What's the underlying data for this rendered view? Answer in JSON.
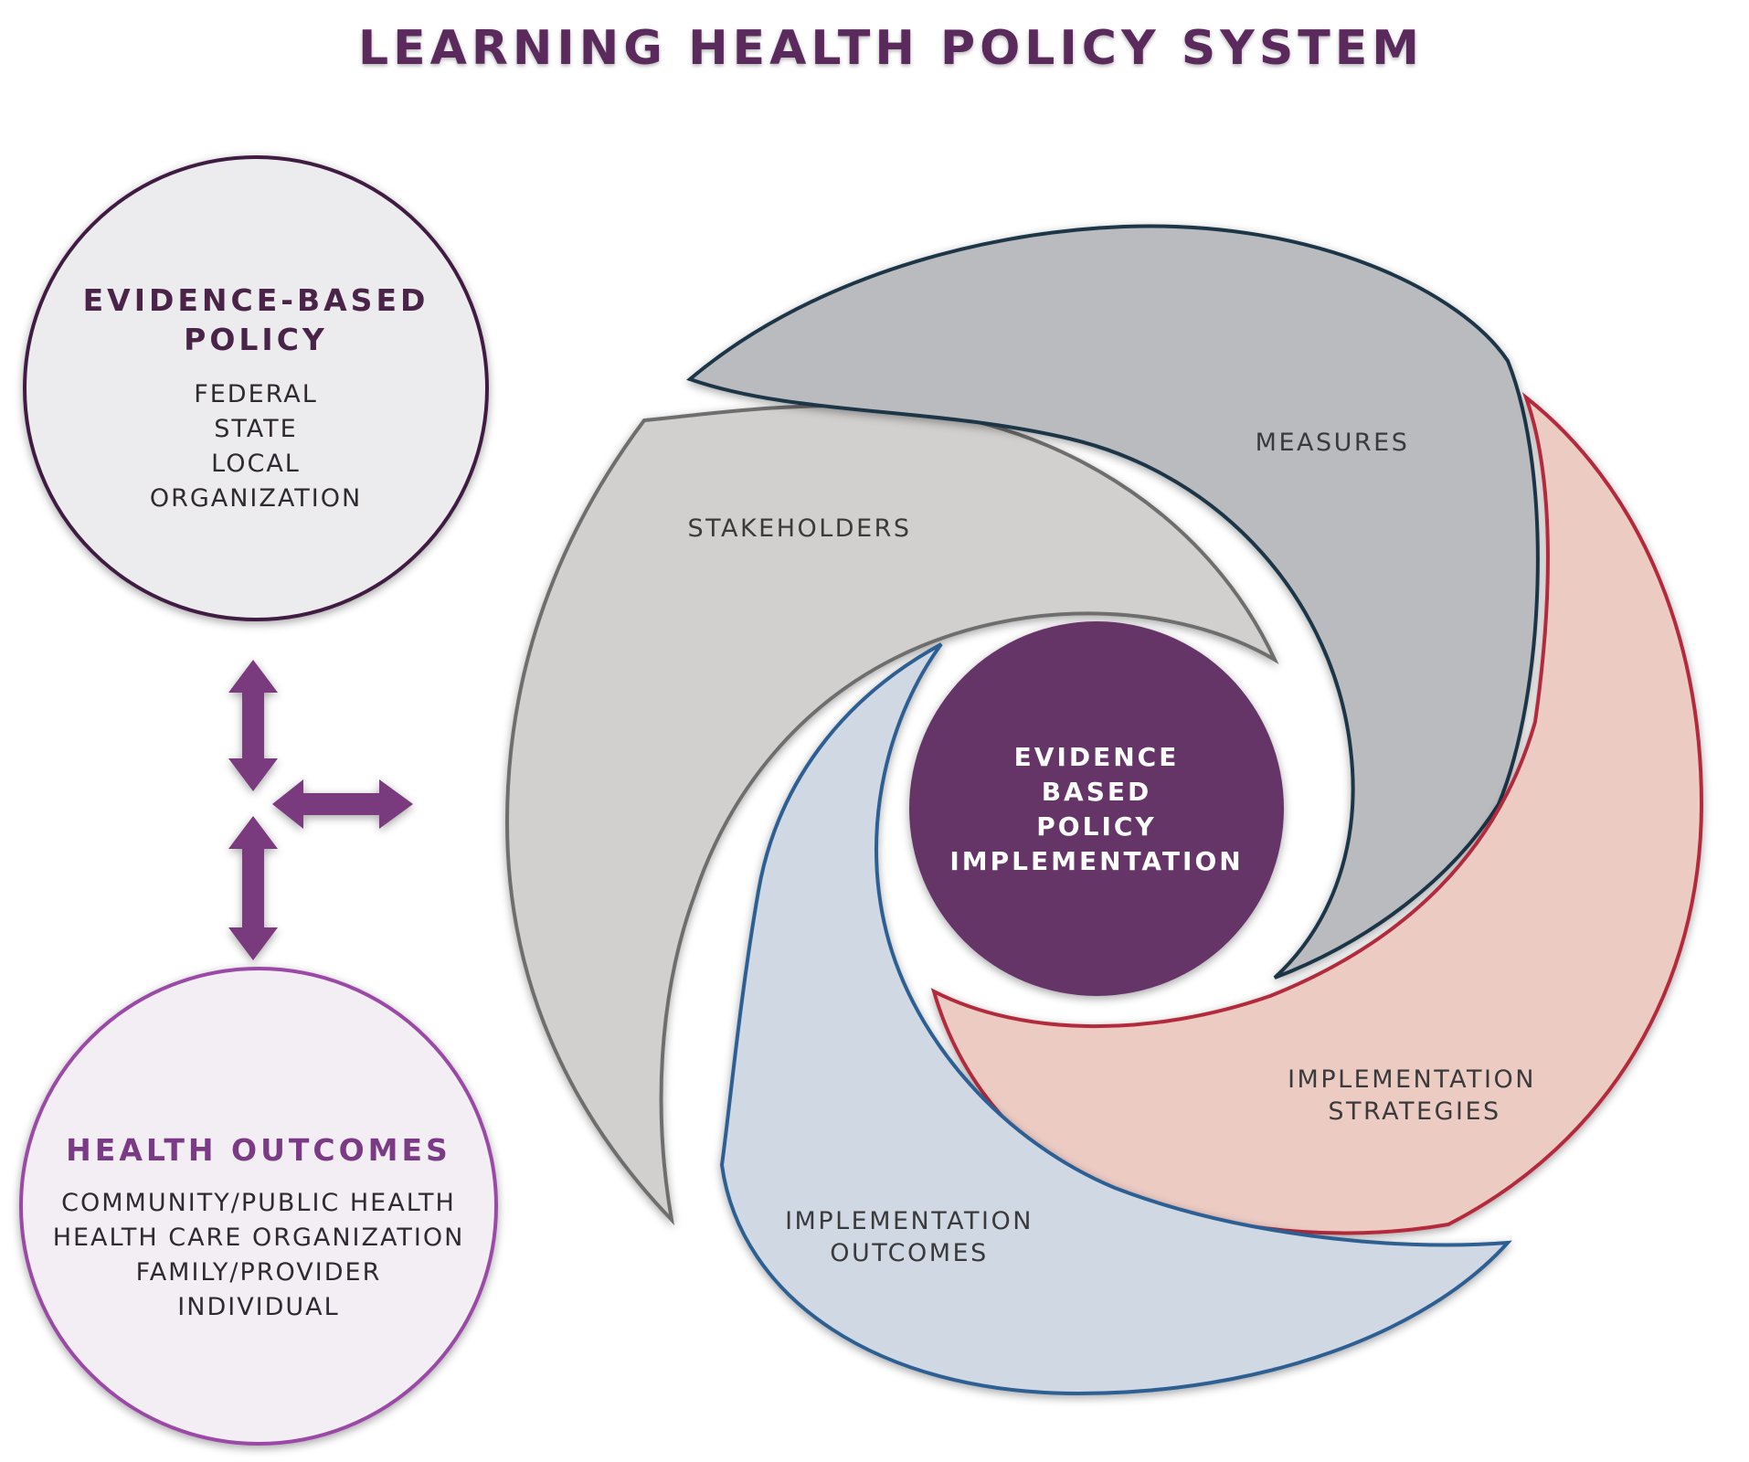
{
  "title": "LEARNING HEALTH POLICY SYSTEM",
  "evidence_based_policy": {
    "heading_line1": "EVIDENCE-BASED",
    "heading_line2": "POLICY",
    "items": [
      "FEDERAL",
      "STATE",
      "LOCAL",
      "ORGANIZATION"
    ]
  },
  "health_outcomes": {
    "heading": "HEALTH OUTCOMES",
    "items": [
      "COMMUNITY/PUBLIC HEALTH",
      "HEALTH CARE ORGANIZATION",
      "FAMILY/PROVIDER",
      "INDIVIDUAL"
    ]
  },
  "cycle": {
    "center_lines": [
      "EVIDENCE",
      "BASED",
      "POLICY",
      "IMPLEMENTATION"
    ],
    "segments": {
      "measures": {
        "label_lines": [
          "MEASURES"
        ],
        "fill": "#b9bbbf",
        "stroke": "#1f3447"
      },
      "stakeholders": {
        "label_lines": [
          "STAKEHOLDERS"
        ],
        "fill": "#d2d0ce",
        "stroke": "#6e6e6e"
      },
      "implementation_outcomes": {
        "label_lines": [
          "IMPLEMENTATION",
          "OUTCOMES"
        ],
        "fill": "#d0d8e4",
        "stroke": "#2e5f92"
      },
      "implementation_strategies": {
        "label_lines": [
          "IMPLEMENTATION",
          "STRATEGIES"
        ],
        "fill": "#eccbc3",
        "stroke": "#b2293b"
      }
    }
  },
  "colors": {
    "title": "#5a2a5c",
    "policy_heading": "#4a2448",
    "outcomes_heading": "#7b3a86",
    "center_fill": "#653468",
    "arrow": "#7a3a7e",
    "policy_circle_stroke": "#3f1e42",
    "outcomes_circle_stroke": "#9a4aa6"
  }
}
